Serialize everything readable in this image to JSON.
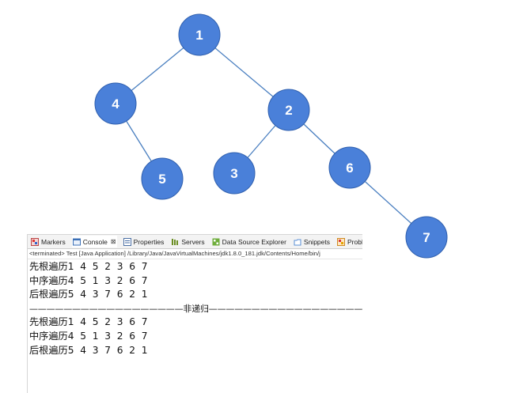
{
  "tree": {
    "node_fill": "#4a80d9",
    "node_stroke": "#2f5fae",
    "edge_color": "#4a7fc0",
    "nodes": [
      {
        "id": "n1",
        "label": "1"
      },
      {
        "id": "n4",
        "label": "4"
      },
      {
        "id": "n2",
        "label": "2"
      },
      {
        "id": "n5",
        "label": "5"
      },
      {
        "id": "n3",
        "label": "3"
      },
      {
        "id": "n6",
        "label": "6"
      },
      {
        "id": "n7",
        "label": "7"
      }
    ],
    "edges": [
      [
        "n1",
        "n4"
      ],
      [
        "n1",
        "n2"
      ],
      [
        "n4",
        "n5"
      ],
      [
        "n2",
        "n3"
      ],
      [
        "n2",
        "n6"
      ],
      [
        "n6",
        "n7"
      ]
    ]
  },
  "eclipse": {
    "tabs": [
      {
        "label": "Markers",
        "icon": "markers-icon"
      },
      {
        "label": "Console",
        "icon": "console-icon",
        "active": true,
        "close": "⊠"
      },
      {
        "label": "Properties",
        "icon": "properties-icon"
      },
      {
        "label": "Servers",
        "icon": "servers-icon"
      },
      {
        "label": "Data Source Explorer",
        "icon": "data-source-icon"
      },
      {
        "label": "Snippets",
        "icon": "snippets-icon"
      },
      {
        "label": "Probl",
        "icon": "problems-icon"
      }
    ],
    "status": "<terminated> Test [Java Application] /Library/Java/JavaVirtualMachines/jdk1.8.0_181.jdk/Contents/Home/bin/j",
    "console_lines": [
      "先根遍历1  4  5  2  3  6  7",
      "中序遍历4  5  1  3  2  6  7",
      "后根遍历5  4  3  7  6  2  1",
      "——————————————————非递归——————————————————",
      "先根遍历1  4  5  2  3  6  7",
      "中序遍历4  5  1  3  2  6  7",
      "后根遍历5  4  3  7  6  2  1"
    ]
  }
}
